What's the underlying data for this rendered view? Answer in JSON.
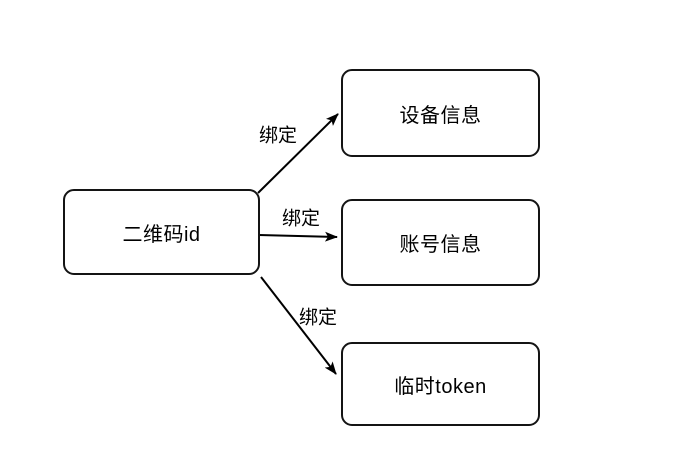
{
  "diagram": {
    "background_color": "#ffffff",
    "stroke_color": "#000000",
    "text_color": "#000000",
    "nodes": [
      {
        "id": "qrcode-id",
        "label": "二维码id"
      },
      {
        "id": "device-info",
        "label": "设备信息"
      },
      {
        "id": "account-info",
        "label": "账号信息"
      },
      {
        "id": "temp-token",
        "label": "临时token"
      }
    ],
    "edges": [
      {
        "from": "qrcode-id",
        "to": "device-info",
        "label": "绑定"
      },
      {
        "from": "qrcode-id",
        "to": "account-info",
        "label": "绑定"
      },
      {
        "from": "qrcode-id",
        "to": "temp-token",
        "label": "绑定"
      }
    ]
  }
}
